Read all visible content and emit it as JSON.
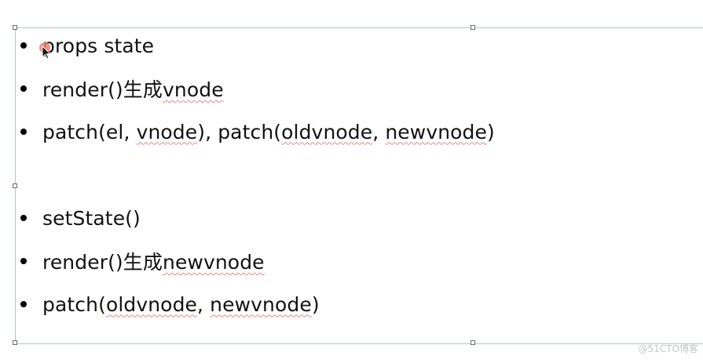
{
  "bullets": [
    {
      "parts": [
        {
          "t": "props state",
          "wavy": false
        }
      ]
    },
    {
      "parts": [
        {
          "t": "render()生成",
          "wavy": false
        },
        {
          "t": "vnode",
          "wavy": true
        }
      ]
    },
    {
      "parts": [
        {
          "t": "patch(el, ",
          "wavy": false
        },
        {
          "t": "vnode",
          "wavy": true
        },
        {
          "t": "), patch(",
          "wavy": false
        },
        {
          "t": "oldvnode",
          "wavy": true
        },
        {
          "t": ", ",
          "wavy": false
        },
        {
          "t": "newvnode",
          "wavy": true
        },
        {
          "t": ")",
          "wavy": false
        }
      ]
    },
    {
      "parts": [
        {
          "t": "setState()",
          "wavy": false
        }
      ]
    },
    {
      "parts": [
        {
          "t": "render()生成",
          "wavy": false
        },
        {
          "t": "newvnode",
          "wavy": true
        }
      ]
    },
    {
      "parts": [
        {
          "t": "patch(",
          "wavy": false
        },
        {
          "t": "oldvnode",
          "wavy": true
        },
        {
          "t": ", ",
          "wavy": false
        },
        {
          "t": "newvnode",
          "wavy": true
        },
        {
          "t": ")",
          "wavy": false
        }
      ]
    }
  ],
  "watermark": "@51CTO博客",
  "colors": {
    "border": "#a9c6de",
    "text": "#111111",
    "spellcheck": "#e08a8a"
  },
  "icons": {
    "pointer": "mouse-pointer-icon"
  }
}
